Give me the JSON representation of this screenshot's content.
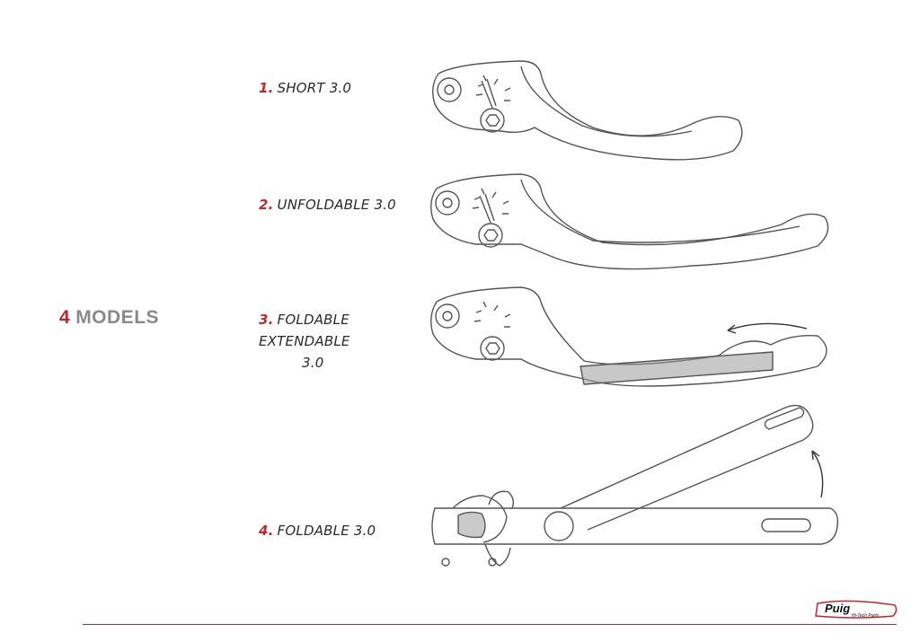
{
  "heading": {
    "number": "4",
    "word": "MODELS"
  },
  "models": [
    {
      "number": "1.",
      "name": "SHORT 3.0"
    },
    {
      "number": "2.",
      "name": "UNFOLDABLE 3.0"
    },
    {
      "number": "3.",
      "name": "FOLDABLE EXTENDABLE",
      "name_line2": "3.0"
    },
    {
      "number": "4.",
      "name": "FOLDABLE 3.0"
    }
  ],
  "logo": {
    "brand": "Puig",
    "tagline": "Hi-Tech Parts"
  },
  "colors": {
    "accent": "#c8232c",
    "heading_grey": "#8a8a8a",
    "sketch": "#555555"
  }
}
